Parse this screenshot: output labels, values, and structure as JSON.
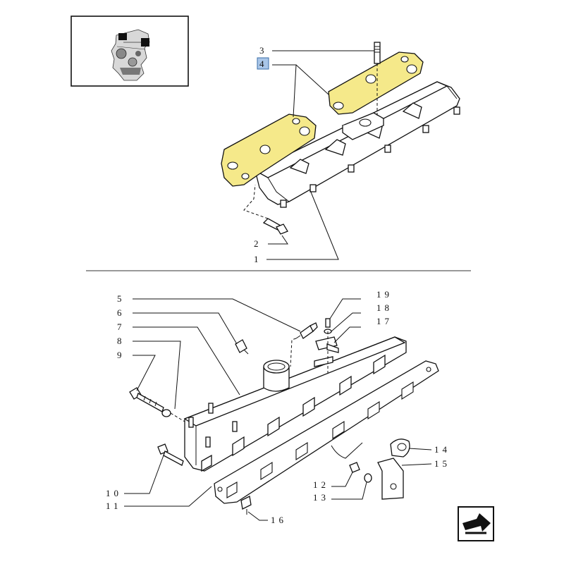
{
  "colors": {
    "gasket_highlight": "#f5e98a",
    "callout_highlight": "#a9c6e8"
  },
  "icons": {
    "thumbnail": "engine-thumbnail-icon",
    "nav": "next-page-arrow-icon"
  },
  "callouts": {
    "c1": "1",
    "c2": "2",
    "c3": "3",
    "c4": "4",
    "c5": "5",
    "c6": "6",
    "c7": "7",
    "c8": "8",
    "c9": "9",
    "c10": "10",
    "c11": "11",
    "c12": "12",
    "c13": "13",
    "c14": "14",
    "c15": "15",
    "c16": "16",
    "c17": "17",
    "c18": "18",
    "c19": "19"
  }
}
